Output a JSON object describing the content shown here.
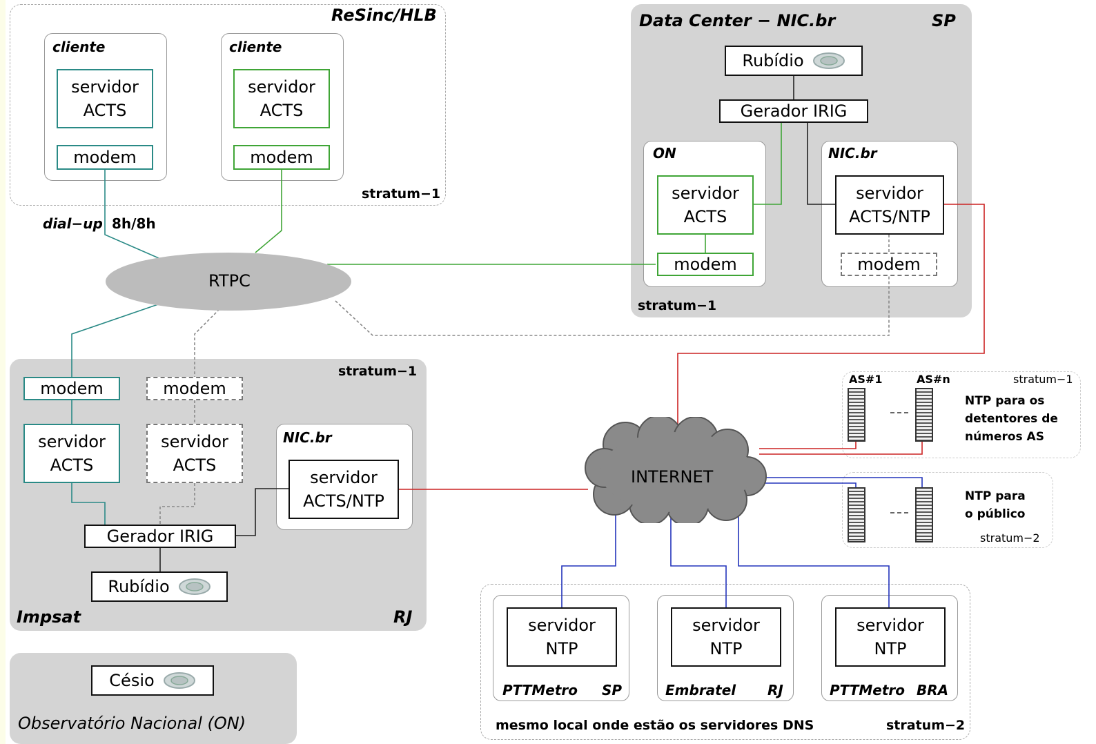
{
  "resinc": {
    "title": "ReSinc/HLB",
    "stratum": "stratum−1",
    "client_label": "cliente",
    "server_label": "servidor\nACTS",
    "modem_label": "modem"
  },
  "links": {
    "dialup": "dial−up",
    "hours": "8h/8h"
  },
  "rtpc": "RTPC",
  "datacenter": {
    "title": "Data Center − NIC.br",
    "state": "SP",
    "stratum": "stratum−1",
    "rubidio": "Rubídio",
    "irig": "Gerador IRIG",
    "on_label": "ON",
    "on_server": "servidor\nACTS",
    "on_modem": "modem",
    "nic_label": "NIC.br",
    "nic_server": "servidor\nACTS/NTP",
    "nic_modem": "modem"
  },
  "impsat": {
    "title": "Impsat",
    "state": "RJ",
    "stratum": "stratum−1",
    "modem1": "modem",
    "modem2": "modem",
    "server1": "servidor\nACTS",
    "server2": "servidor\nACTS",
    "nic_label": "NIC.br",
    "nic_server": "servidor\nACTS/NTP",
    "irig": "Gerador IRIG",
    "rubidio": "Rubídio"
  },
  "on": {
    "title": "Observatório Nacional (ON)",
    "cesio": "Césio"
  },
  "internet": "INTERNET",
  "as_group": {
    "as1": "AS#1",
    "asn": "AS#n",
    "stratum": "stratum−1",
    "desc": "NTP para os\ndetentores de\nnúmeros AS"
  },
  "public_group": {
    "desc": "NTP para\no público",
    "stratum": "stratum−2"
  },
  "dns": {
    "footer": "mesmo local onde estão os servidores DNS",
    "stratum": "stratum−2",
    "servers": [
      {
        "server": "servidor\nNTP",
        "org": "PTTMetro",
        "state": "SP"
      },
      {
        "server": "servidor\nNTP",
        "org": "Embratel",
        "state": "RJ"
      },
      {
        "server": "servidor\nNTP",
        "org": "PTTMetro",
        "state": "BRA"
      }
    ]
  },
  "colors": {
    "teal": "#2a8a86",
    "green": "#3fa536",
    "red": "#cc2222",
    "blue": "#2233bb",
    "gray_region": "#d4d4d4"
  }
}
